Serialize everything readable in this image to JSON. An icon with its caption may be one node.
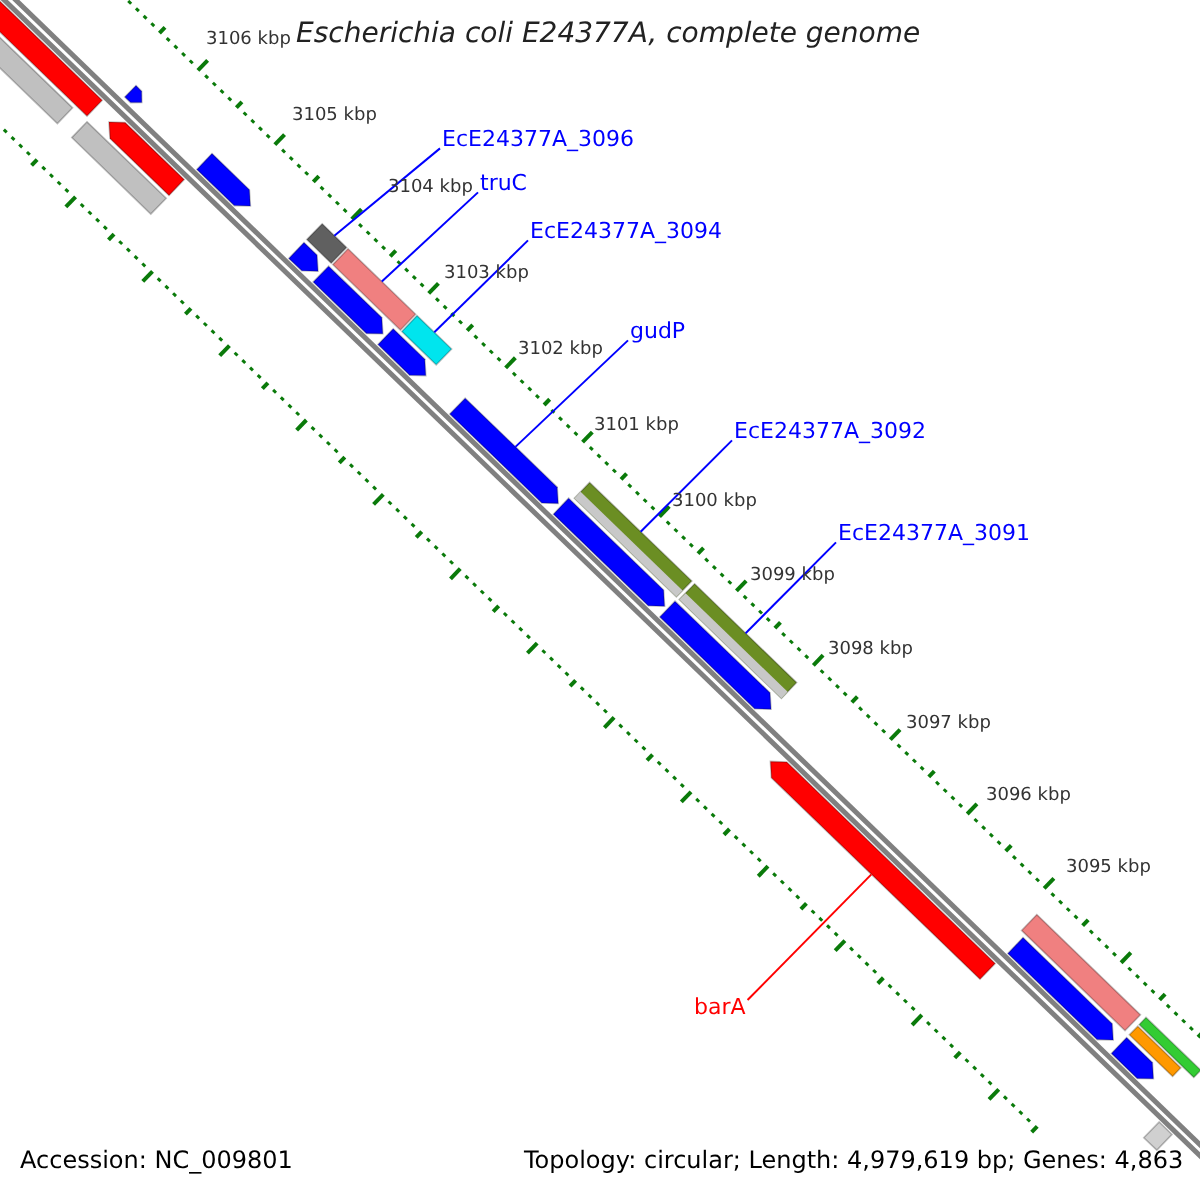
{
  "diagram": {
    "title": "Escherichia coli E24377A, complete genome",
    "nodes": [
      {
        "text": [
          "EcE24377A_3096"
        ]
      },
      {
        "text": [
          "truC"
        ]
      },
      {
        "text": [
          "EcE24377A_3094"
        ]
      },
      {
        "text": [
          "gudP"
        ]
      },
      {
        "text": [
          "EcE24377A_3092"
        ]
      },
      {
        "text": [
          "EcE24377A_3091"
        ]
      },
      {
        "text": [
          "barA"
        ]
      },
      {
        "text": [],
        "shape": "arrow"
      },
      {
        "text": [],
        "shape": "bar"
      },
      {
        "text": [],
        "shape": "bar"
      },
      {
        "text": [],
        "shape": "arrow"
      },
      {
        "text": [],
        "shape": "arrow"
      },
      {
        "text": [],
        "shape": "arrow"
      },
      {
        "text": [],
        "shape": "bar"
      },
      {
        "text": [],
        "shape": "arrow"
      },
      {
        "text": [],
        "shape": "arrow"
      },
      {
        "text": [],
        "shape": "bar"
      },
      {
        "text": [],
        "shape": "arrow"
      },
      {
        "text": [],
        "shape": "bar"
      },
      {
        "text": [],
        "shape": "arrow"
      },
      {
        "text": [],
        "shape": "arrow"
      },
      {
        "text": [],
        "shape": "bar"
      },
      {
        "text": [],
        "shape": "arrow"
      },
      {
        "text": [],
        "shape": "bar"
      },
      {
        "text": [],
        "shape": "arrow"
      },
      {
        "text": [],
        "shape": "bar"
      },
      {
        "text": [],
        "shape": "arrow"
      },
      {
        "text": [],
        "shape": "arrow"
      },
      {
        "text": [],
        "shape": "bar"
      },
      {
        "text": [],
        "shape": "bar"
      },
      {
        "text": [],
        "shape": "bar"
      }
    ],
    "edges": [
      {
        "from": 0,
        "to": 13,
        "arrow": "none"
      },
      {
        "from": 1,
        "to": 16,
        "arrow": "none"
      },
      {
        "from": 2,
        "to": 18,
        "arrow": "none"
      },
      {
        "from": 3,
        "to": 19,
        "arrow": "none"
      },
      {
        "from": 4,
        "to": 21,
        "arrow": "none"
      },
      {
        "from": 5,
        "to": 23,
        "arrow": "none"
      },
      {
        "from": 6,
        "to": 24,
        "arrow": "none",
        "color": "#ff0000"
      }
    ],
    "labels": [
      "3106 kbp",
      "3105 kbp",
      "3104 kbp",
      "3103 kbp",
      "3102 kbp",
      "3101 kbp",
      "3100 kbp",
      "3099 kbp",
      "3098 kbp",
      "3097 kbp",
      "3096 kbp",
      "3095 kbp",
      "Accession: NC_009801",
      "Topology: circular; Length: 4,979,619 bp; Genes: 4,863"
    ]
  }
}
